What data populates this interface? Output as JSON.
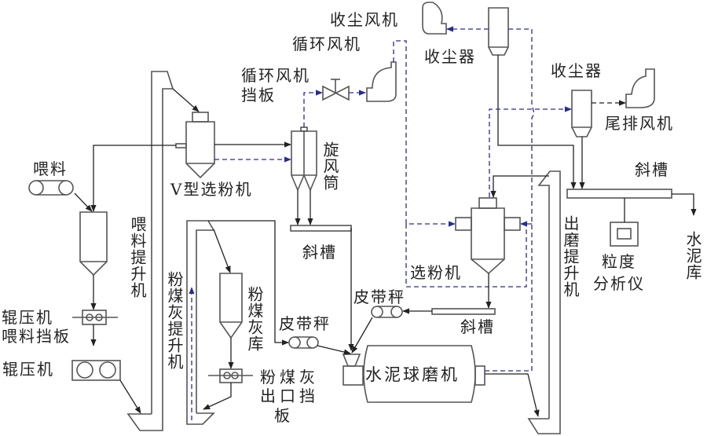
{
  "labels": {
    "feed": "喂料",
    "feed_elevator": "喂料提升机",
    "roller_press_gate_1": "辊压机",
    "roller_press_gate_2": "喂料挡板",
    "roller_press": "辊压机",
    "v_separator": "V型选粉机",
    "cyclone": "旋风筒",
    "recirc_fan_damper_1": "循环风机",
    "recirc_fan_damper_2": "挡板",
    "recirc_fan": "循环风机",
    "dust_fan": "收尘风机",
    "dust_collector_1": "收尘器",
    "dust_collector_2": "收尘器",
    "tail_fan": "尾排风机",
    "chute_top_right": "斜槽",
    "chute_mid": "斜槽",
    "chute_lower": "斜槽",
    "cement_silo": "水泥库",
    "particle_analyzer_1": "粒度",
    "particle_analyzer_2": "分析仪",
    "separator": "选粉机",
    "mill_elevator": "出磨提升机",
    "belt_scale_1": "皮带秤",
    "belt_scale_2": "皮带秤",
    "fly_ash_elevator": "粉煤灰提升机",
    "fly_ash_silo": "粉煤灰库",
    "fly_ash_gate_1": "粉煤灰",
    "fly_ash_gate_2": "出口挡",
    "fly_ash_gate_3": "板",
    "ball_mill": "水泥球磨机"
  },
  "colors": {
    "material_line": "#222222",
    "air_line": "#2a2a9a",
    "equipment_outline": "#555555"
  }
}
